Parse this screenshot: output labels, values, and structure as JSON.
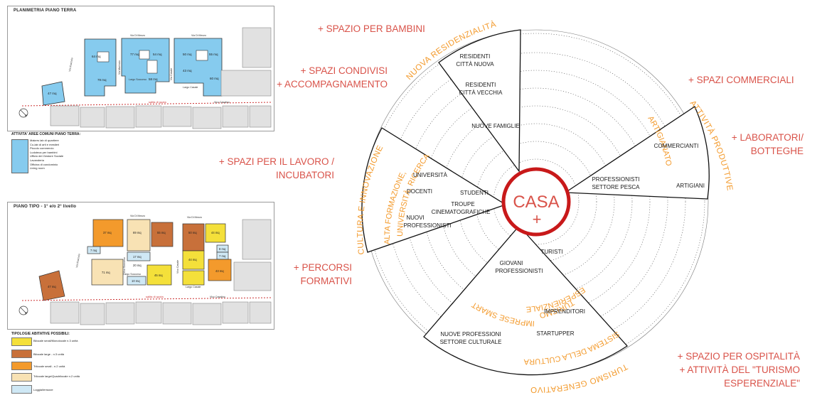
{
  "plan1": {
    "title": "PLANIMETRIA PIANO TERRA",
    "units": [
      "64 mq",
      "77 mq",
      "54 mq",
      "50 mq",
      "55 mq",
      "79 mq",
      "58 mq",
      "43 mq",
      "60 mq",
      "47 mq"
    ],
    "streets": [
      "Via Di Mezzo",
      "Via Di Mezzo",
      "Via Rusciolo",
      "Via Marinaio",
      "Largo Soccorso",
      "Largo Casale",
      "Via Casale",
      "Vico Casalino"
    ],
    "quota": "salita di quota",
    "legend_title": "ATTIVITA' AREE COMUNI PIANO TERRA:",
    "legend_items": [
      "Makers lab di quartiere",
      "Co-lab di arti e mestieri",
      "Piccolo commercio",
      "Ludoteca per bambini",
      "Ufficio del Gestore Sociale",
      "Lavanderia",
      "Officina di condominio",
      "Living room"
    ]
  },
  "plan2": {
    "title": "PIANO TIPO - 1° e/o 2° livello",
    "units": [
      "37 mq",
      "69 mq",
      "55 mq",
      "50 mq",
      "44 mq",
      "7 mq",
      "17 mq",
      "8 mq",
      "7 mq",
      "71 mq",
      "44 mq",
      "10 mq",
      "45 mq",
      "43 mq",
      "47 mq",
      "20 mq"
    ],
    "streets": [
      "Via Di Mezzo",
      "Via Di Mezzo",
      "Via Rusciolo",
      "Vico Soccorso",
      "Largo Soccorso",
      "Largo Casale",
      "Vico Casale",
      "Vico Casalino"
    ],
    "quota": "salita di quota",
    "legend_title": "TIPOLOGIE ABITATIVE POSSIBILI:",
    "legend_items": [
      {
        "label": "Bilocale small/Monolocale n.3 unità",
        "color": "#f4e03a"
      },
      {
        "label": "Bilocale large - n.3 unità",
        "color": "#c8703a"
      },
      {
        "label": "Trilocale small - n.2 unità",
        "color": "#f39a2c"
      },
      {
        "label": "Trilocale large/Quadrilocale n.2 unità",
        "color": "#f8e2b4"
      },
      {
        "label": "Loggia/terrazze",
        "color": "#cfe8f5"
      }
    ]
  },
  "callouts": {
    "bambini": "+ SPAZIO PER BAMBINI",
    "condivisi1": "+ SPAZI CONDIVISI",
    "condivisi2": "+ ACCOMPAGNAMENTO",
    "lavoro1": "+ SPAZI PER IL LAVORO /",
    "lavoro2": "INCUBATORI",
    "percorsi1": "+ PERCORSI",
    "percorsi2": "FORMATIVI",
    "commerciali": "+ SPAZI COMMERCIALI",
    "laboratori1": "+ LABORATORI/",
    "laboratori2": "BOTTEGHE",
    "ospitalita1": "+ SPAZIO PER OSPITALITÀ",
    "ospitalita2": "+ ATTIVITÀ DEL \"TURISMO",
    "ospitalita3": "ESPERENZIALE\""
  },
  "wheel": {
    "center": "CASA",
    "center_plus": "+",
    "arc_nuova": "NUOVA RESIDENZIALITÀ",
    "arc_produttive": "ATTIVITÀ PRODUTTIVE",
    "arc_cultura": "CULTURA E INNOVAZIONE",
    "arc_turismo": "TURISMO GENERATIVO",
    "inner_artigianato": "ARTIGIANATO",
    "inner_alta1": "ALTA FORMAZIONE,",
    "inner_alta2": "UNIVERSITÀ, RICERCA",
    "inner_turismo1": "TURISMO",
    "inner_turismo2": "ESPERIENZIALE",
    "inner_imprese": "IMPRESE SMART",
    "inner_sistema": "SISTEMA DELLA CULTURA",
    "labels": {
      "residenti_nuova1": "RESIDENTI",
      "residenti_nuova2": "CITTÀ NUOVA",
      "residenti_vecchia1": "RESIDENTI",
      "residenti_vecchia2": "CITTÀ VECCHIA",
      "nuove_famiglie": "NUOVE FAMIGLIE",
      "commercianti": "COMMERCIANTI",
      "professionisti_pesca1": "PROFESSIONISTI",
      "professionisti_pesca2": "SETTORE PESCA",
      "artigiani": "ARTIGIANI",
      "universita": "UNIVERSITÀ",
      "docenti": "DOCENTI",
      "studenti": "STUDENTI",
      "troupe1": "TROUPE",
      "troupe2": "CINEMATOGRAFICHE",
      "nuovi_prof1": "NUOVI",
      "nuovi_prof2": "PROFESSIONISTI",
      "turisti": "TURISTI",
      "giovani1": "GIOVANI",
      "giovani2": "PROFESSIONISTI",
      "imprenditori": "IMPRENDITORI",
      "startupper": "STARTUPPER",
      "nuove_prof_cult1": "NUOVE PROFESSIONI",
      "nuove_prof_cult2": "SETTORE CULTURALE"
    }
  }
}
